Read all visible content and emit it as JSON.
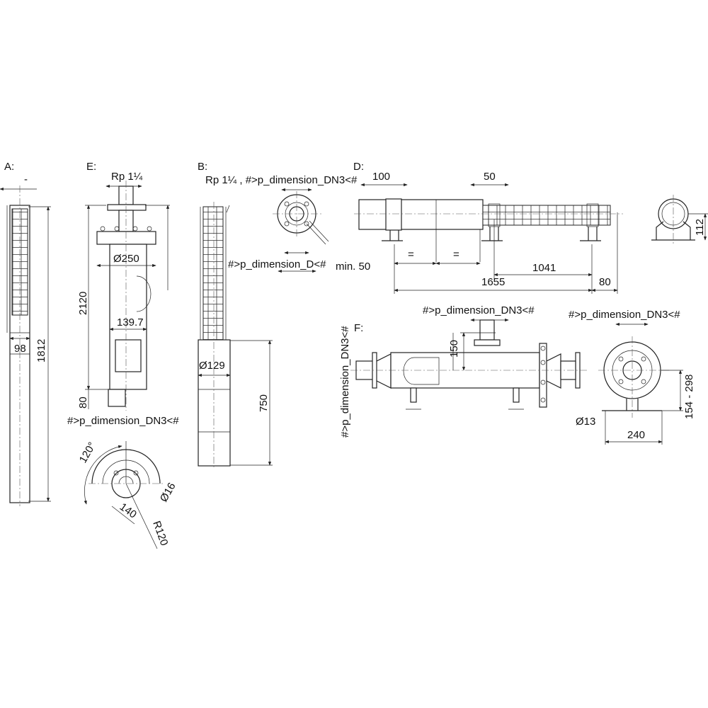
{
  "views": {
    "A": {
      "label": "A:",
      "top_dim": "-",
      "width": "98",
      "height": "1812"
    },
    "E": {
      "label": "E:",
      "thread": "Rp 1¼",
      "flange_dia": "Ø250",
      "height": "2120",
      "pipe_dia": "139.7",
      "base": "80",
      "dn": "#>p_dimension_DN3<#",
      "angle": "120°",
      "hole": "Ø16",
      "span": "140",
      "radius": "R120"
    },
    "B": {
      "label": "B:",
      "thread": "Rp 1¼ , #>p_dimension_DN3<#",
      "d": "#>p_dimension_D<#",
      "min": "min. 50",
      "dia": "Ø129",
      "length": "750"
    },
    "D": {
      "label": "D:",
      "d100": "100",
      "d50": "50",
      "eq1": "=",
      "eq2": "=",
      "d1041": "1041",
      "d1655": "1655",
      "d80": "80",
      "d112": "112"
    },
    "F": {
      "label": "F:",
      "dn_left": "#>p_dimension_DN3<#",
      "dn_top": "#>p_dimension_DN3<#",
      "d150": "150",
      "dn_right": "#>p_dimension_DN3<#",
      "range": "154 - 298",
      "hole": "Ø13",
      "d240": "240"
    }
  }
}
